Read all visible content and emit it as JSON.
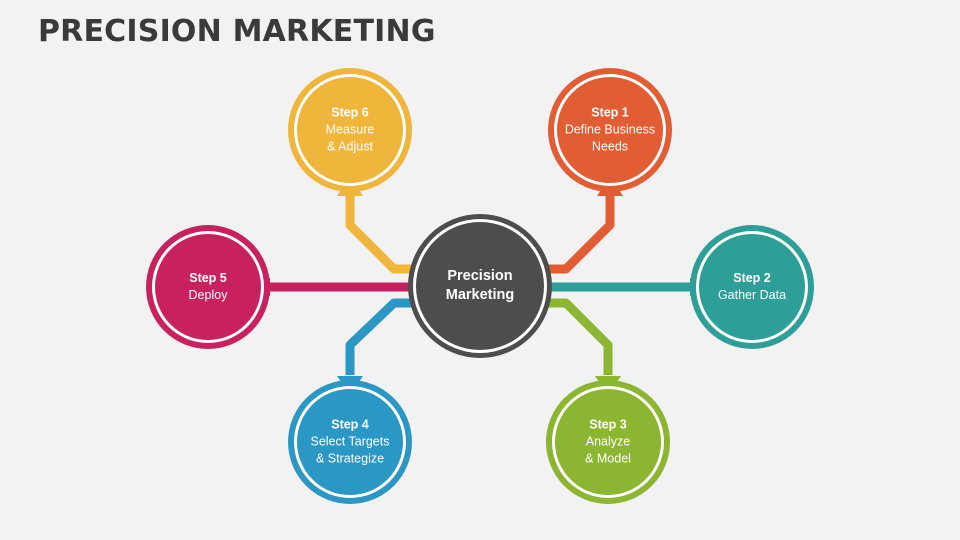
{
  "title": "PRECISION MARKETING",
  "center": {
    "line1": "Precision",
    "line2": "Marketing",
    "color": "#4d4d4d"
  },
  "steps": [
    {
      "id": "step-1",
      "step": "Step 1",
      "line1": "Define Business",
      "line2": "Needs",
      "color": "#e35d34"
    },
    {
      "id": "step-2",
      "step": "Step 2",
      "line1": "Gather Data",
      "line2": "",
      "color": "#2e9f98"
    },
    {
      "id": "step-3",
      "step": "Step 3",
      "line1": "Analyze",
      "line2": "& Model",
      "color": "#8cb531"
    },
    {
      "id": "step-4",
      "step": "Step 4",
      "line1": "Select Targets",
      "line2": "& Strategize",
      "color": "#2b97c4"
    },
    {
      "id": "step-5",
      "step": "Step 5",
      "line1": "Deploy",
      "line2": "",
      "color": "#c9215f"
    },
    {
      "id": "step-6",
      "step": "Step 6",
      "line1": "Measure",
      "line2": "& Adjust",
      "color": "#f0b53b"
    }
  ]
}
